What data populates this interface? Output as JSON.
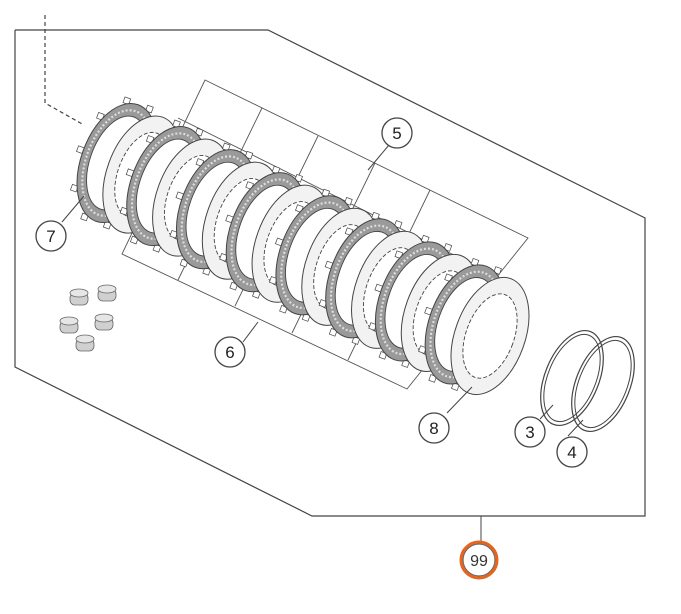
{
  "callouts": [
    {
      "id": "c5",
      "label": "5"
    },
    {
      "id": "c6",
      "label": "6"
    },
    {
      "id": "c7",
      "label": "7"
    },
    {
      "id": "c8",
      "label": "8"
    },
    {
      "id": "c3",
      "label": "3"
    },
    {
      "id": "c4",
      "label": "4"
    }
  ],
  "hotspot": {
    "label": "99",
    "color": "#e8641c"
  },
  "colors": {
    "line": "#444444",
    "disc_fill": "#f2f2f2",
    "friction": "#9a9a9a"
  }
}
